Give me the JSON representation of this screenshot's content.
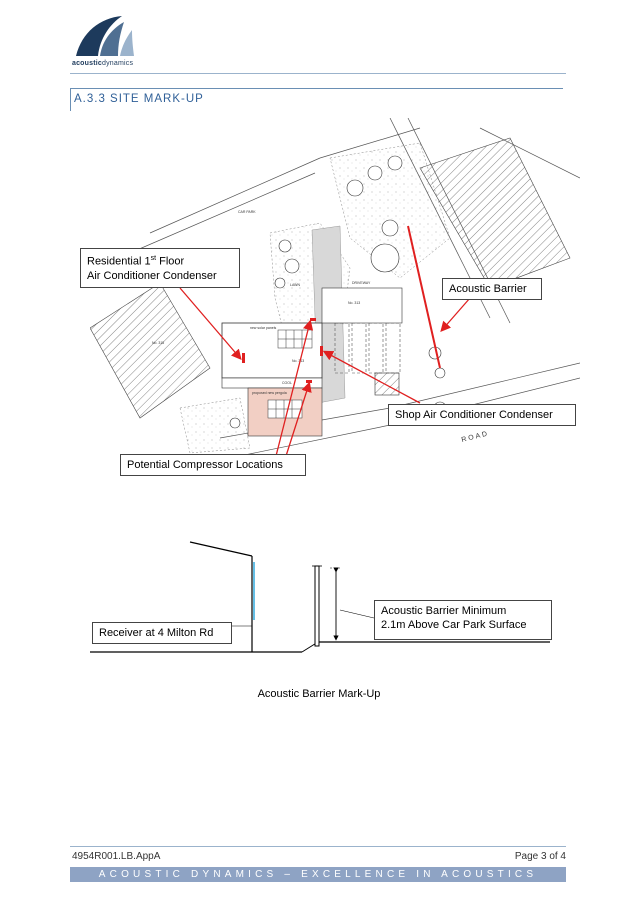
{
  "header": {
    "logo_word_bold": "acoustic",
    "logo_word_light": "dynamics"
  },
  "section": {
    "title": "A.3.3  SITE MARK-UP"
  },
  "site_plan": {
    "callouts": {
      "residential_line1": "Residential 1",
      "residential_sup": "st",
      "residential_line1_end": " Floor",
      "residential_line2": "Air Conditioner Condenser",
      "acoustic_barrier": "Acoustic Barrier",
      "shop_condenser": "Shop Air Conditioner Condenser",
      "compressor": "Potential Compressor Locations"
    },
    "road_label": "ROAD",
    "plan_labels": {
      "no_313": "No. 313",
      "no_315": "No. 315",
      "no_313b": "No. 313",
      "new_solar_panels": "new solar panels",
      "proposed_new_pergola": "proposed new pergola",
      "lawn": "LAWN",
      "carpark": "CAR PARK",
      "driveway": "DRIVEWAY",
      "cool": "COOL"
    },
    "colors": {
      "marker": "#e02020",
      "arrow": "#e02020",
      "shade": "#d8d8d8",
      "pergola_fill": "#f2cfc4"
    }
  },
  "section_diagram": {
    "receiver_label": "Receiver at 4 Milton Rd",
    "barrier_line1": "Acoustic Barrier Minimum",
    "barrier_line2": "2.1m Above Car Park Surface",
    "caption": "Acoustic Barrier Mark-Up",
    "colors": {
      "window": "#33aadd"
    }
  },
  "footer": {
    "ref": "4954R001.LB.AppA",
    "page": "Page 3 of 4",
    "tagline": "ACOUSTIC DYNAMICS – EXCELLENCE IN ACOUSTICS"
  }
}
